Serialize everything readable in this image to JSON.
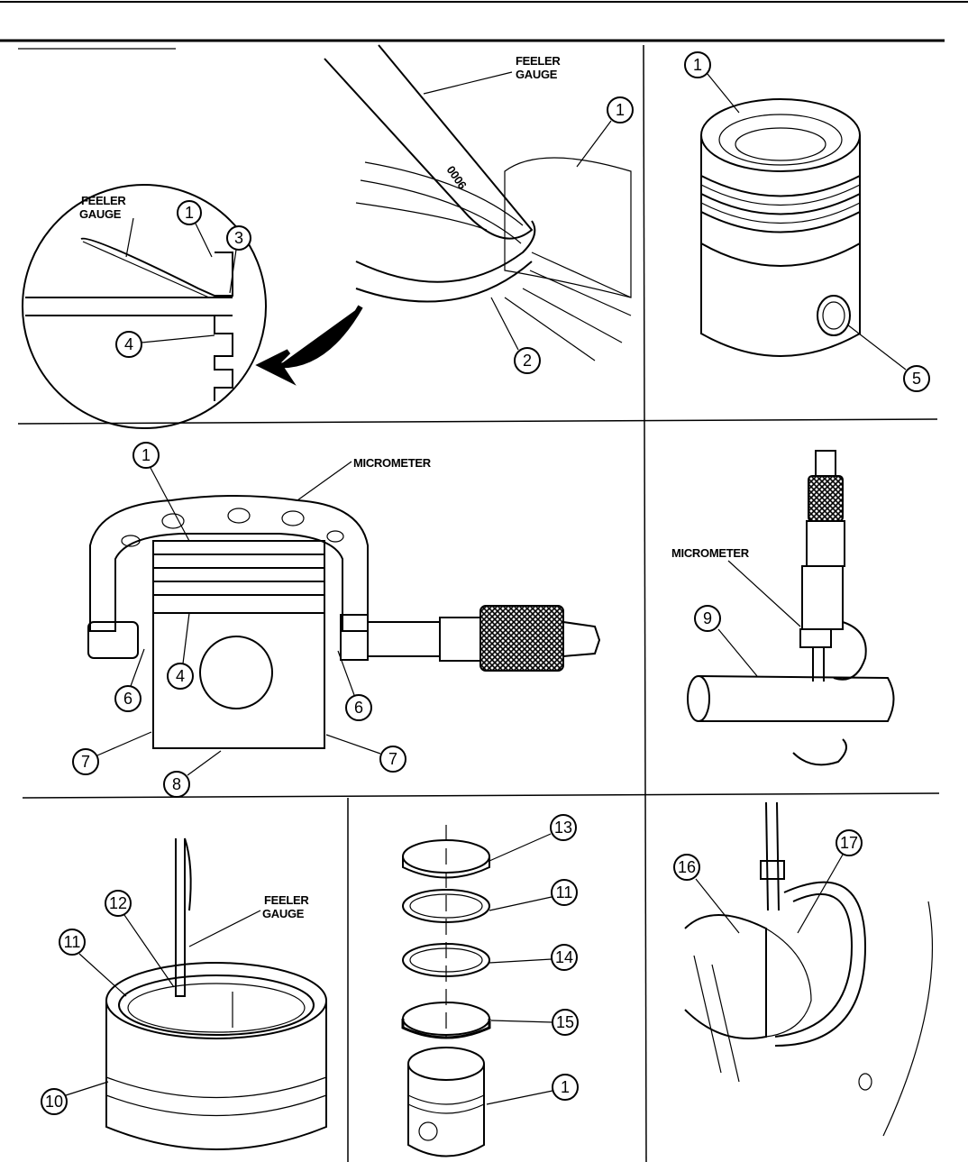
{
  "labels": {
    "feeler_gauge_line1": "FEELER",
    "feeler_gauge_line2": "GAUGE",
    "micrometer": "MICROMETER",
    "gauge_marking": "0006"
  },
  "callouts": {
    "c1": "1",
    "c2": "2",
    "c3": "3",
    "c4": "4",
    "c5": "5",
    "c6": "6",
    "c7": "7",
    "c8": "8",
    "c9": "9",
    "c10": "10",
    "c11": "11",
    "c12": "12",
    "c13": "13",
    "c14": "14",
    "c15": "15",
    "c16": "16",
    "c17": "17"
  },
  "colors": {
    "ink": "#000000",
    "paper": "#ffffff"
  }
}
